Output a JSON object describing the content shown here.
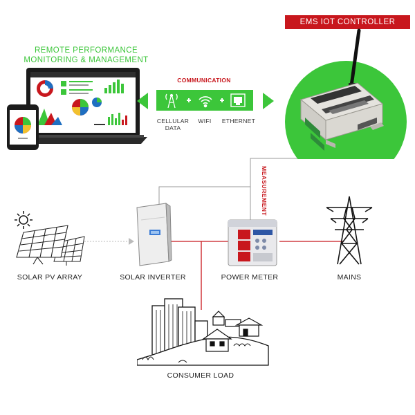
{
  "ems_controller": {
    "title": "EMS IOT CONTROLLER"
  },
  "remote": {
    "title_line1": "REMOTE PERFORMANCE",
    "title_line2": "MONITORING & MANAGEMENT"
  },
  "communication": {
    "title": "COMMUNICATION",
    "channels": [
      {
        "label_line1": "CELLULAR",
        "label_line2": "DATA",
        "icon": "cell-tower-icon"
      },
      {
        "label_line1": "WIFI",
        "label_line2": "",
        "icon": "wifi-icon"
      },
      {
        "label_line1": "ETHERNET",
        "label_line2": "",
        "icon": "ethernet-port-icon"
      }
    ]
  },
  "measurement": {
    "label": "MEASUREMENT"
  },
  "nodes": {
    "solar_pv_array": "SOLAR PV ARRAY",
    "solar_inverter": "SOLAR INVERTER",
    "power_meter": "POWER METER",
    "mains": "MAINS",
    "consumer_load": "CONSUMER LOAD"
  },
  "colors": {
    "green": "#3cc63a",
    "red": "#c8171d",
    "grey_line": "#999999"
  }
}
